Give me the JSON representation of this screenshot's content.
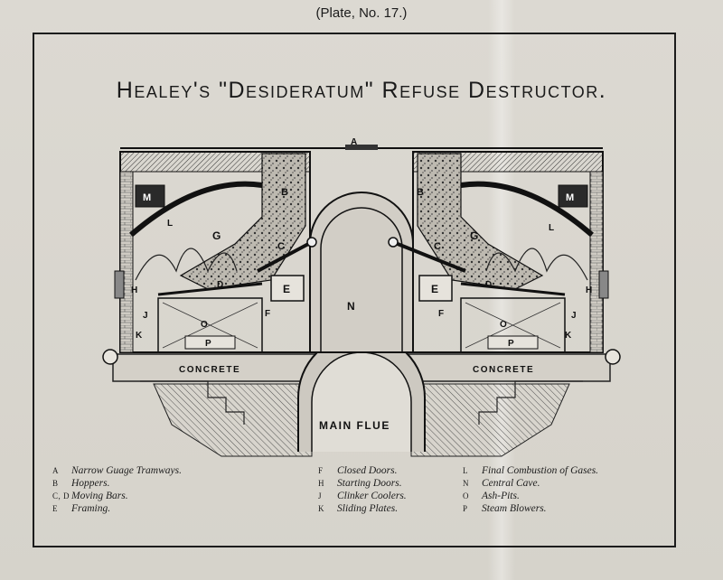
{
  "plate_number": "(Plate, No. 17.)",
  "title": "Healey's \"Desideratum\" Refuse Destructor.",
  "diagram_labels": {
    "a": "A",
    "b": "B",
    "c": "C",
    "d": "D",
    "e": "E",
    "f": "F",
    "g": "G",
    "h": "H",
    "j": "J",
    "k": "K",
    "l": "L",
    "m": "M",
    "n": "N",
    "o": "O",
    "p": "P",
    "concrete": "CONCRETE",
    "main_flue": "MAIN FLUE"
  },
  "legend": {
    "col1": [
      {
        "key": "A",
        "text": "Narrow Guage Tramways."
      },
      {
        "key": "B",
        "text": "Hoppers."
      },
      {
        "key": "C, D",
        "text": "Moving Bars."
      },
      {
        "key": "E",
        "text": "Framing."
      }
    ],
    "col2": [
      {
        "key": "F",
        "text": "Closed Doors."
      },
      {
        "key": "H",
        "text": "Starting Doors."
      },
      {
        "key": "J",
        "text": "Clinker Coolers."
      },
      {
        "key": "K",
        "text": "Sliding Plates."
      }
    ],
    "col3": [
      {
        "key": "L",
        "text": "Final Combustion of Gases."
      },
      {
        "key": "N",
        "text": "Central Cave."
      },
      {
        "key": "O",
        "text": "Ash-Pits."
      },
      {
        "key": "P",
        "text": "Steam Blowers."
      }
    ]
  }
}
